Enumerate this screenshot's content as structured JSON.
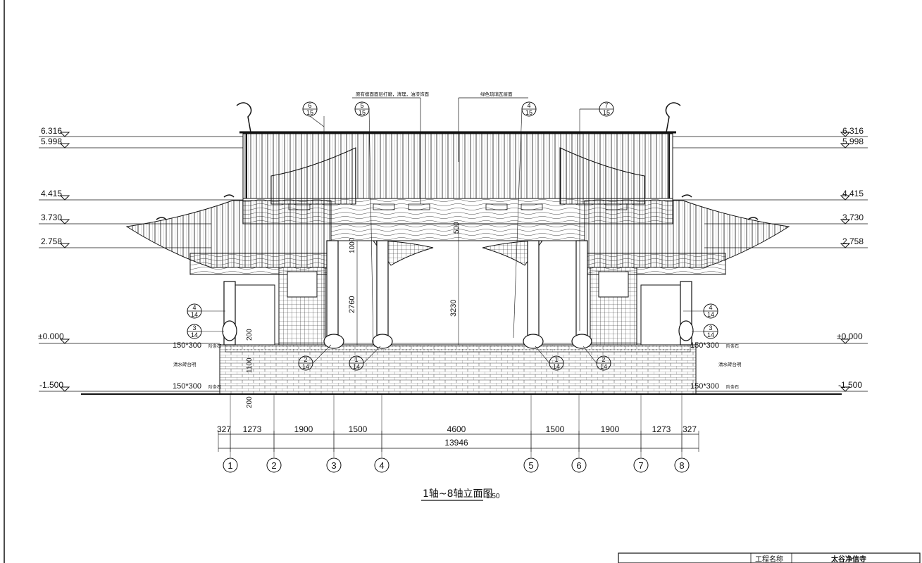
{
  "drawing": {
    "title": "1轴~8轴立面图",
    "scale": "1:50",
    "project_label": "工程名称",
    "project_name": "太谷净信寺"
  },
  "elevations": {
    "left": [
      "6.316",
      "5.998",
      "4.415",
      "3.730",
      "2.758",
      "±0.000",
      "-1.500"
    ],
    "right": [
      "6.316",
      "5.998",
      "4.415",
      "3.730",
      "2.758",
      "±0.000",
      "-1.500"
    ]
  },
  "callouts": {
    "top": [
      {
        "num": "6",
        "den": "15"
      },
      {
        "num": "5",
        "den": "15"
      },
      {
        "num": "4",
        "den": "15"
      },
      {
        "num": "7",
        "den": "15"
      }
    ],
    "side": [
      {
        "num": "4",
        "den": "14"
      },
      {
        "num": "3",
        "den": "14"
      },
      {
        "num": "4",
        "den": "14"
      },
      {
        "num": "3",
        "den": "14"
      }
    ],
    "base": [
      {
        "num": "2",
        "den": "14"
      },
      {
        "num": "1",
        "den": "14"
      },
      {
        "num": "1",
        "den": "14"
      },
      {
        "num": "2",
        "den": "14"
      }
    ]
  },
  "notes": {
    "roof_left": "原有檩面面层打磨，清理，油漆饰面",
    "roof_right": "绿色琉璃瓦屋面",
    "stone_top_left": "150*300",
    "stone_top_left_tag": "阶条石",
    "stone_top_right": "150*300",
    "stone_top_right_tag": "阶条石",
    "platform_left": "清水砖台明",
    "platform_right": "清水砖台明",
    "stone_bottom_left": "150*300",
    "stone_bottom_left_tag": "阶条石",
    "stone_bottom_right": "150*300",
    "stone_bottom_right_tag": "阶条石"
  },
  "vertical_dims": [
    "2760",
    "3230",
    "1000",
    "200",
    "1100",
    "200",
    "500"
  ],
  "horizontal_dims": {
    "segments": [
      "327",
      "1273",
      "1900",
      "1500",
      "4600",
      "1500",
      "1900",
      "1273",
      "327"
    ],
    "total": "13946"
  },
  "axes": [
    "1",
    "2",
    "3",
    "4",
    "5",
    "6",
    "7",
    "8"
  ]
}
